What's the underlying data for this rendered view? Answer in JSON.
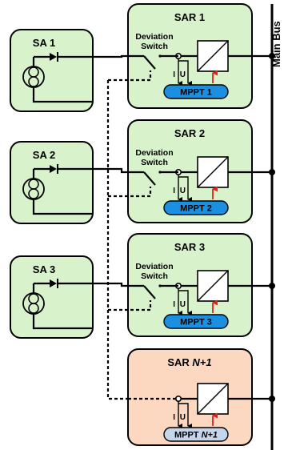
{
  "arrays": [
    {
      "label": "SA 1"
    },
    {
      "label": "SA 2"
    },
    {
      "label": "SA 3"
    }
  ],
  "regulators": [
    {
      "title": "SAR 1",
      "title_suffix": "",
      "mppt": "MPPT 1",
      "mppt_suffix": "",
      "has_switch": true,
      "box_color": "#d8f3cc",
      "mppt_color": "#1b8fe0"
    },
    {
      "title": "SAR 2",
      "title_suffix": "",
      "mppt": "MPPT 2",
      "mppt_suffix": "",
      "has_switch": true,
      "box_color": "#d8f3cc",
      "mppt_color": "#1b8fe0"
    },
    {
      "title": "SAR 3",
      "title_suffix": "",
      "mppt": "MPPT 3",
      "mppt_suffix": "",
      "has_switch": true,
      "box_color": "#d8f3cc",
      "mppt_color": "#1b8fe0"
    },
    {
      "title": "SAR ",
      "title_suffix": "N+1",
      "mppt": "MPPT ",
      "mppt_suffix": "N+1",
      "has_switch": false,
      "box_color": "#fbd8bf",
      "mppt_color": "#c5d6ec"
    }
  ],
  "switch_label_line1": "Deviation",
  "switch_label_line2": "Switch",
  "current_label": "I",
  "voltage_label": "U",
  "bus_label": "Main Bus",
  "colors": {
    "sa_box": "#d8f3cc",
    "feedback_arrow": "#e0201b",
    "border": "#000000"
  }
}
